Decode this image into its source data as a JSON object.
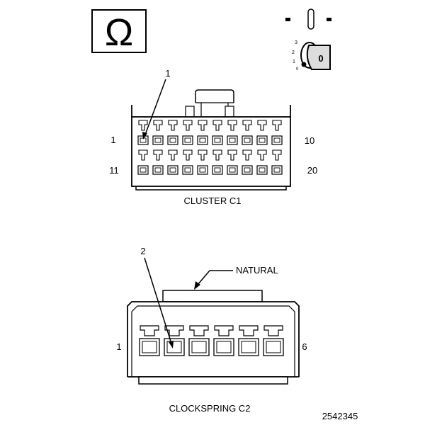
{
  "ohm_symbol": "Ω",
  "switch_positions": [
    "3",
    "2",
    "1",
    "0"
  ],
  "key_label": "0",
  "callouts": [
    "1",
    "2"
  ],
  "cluster_c1": {
    "title": "CLUSTER C1",
    "pin_first_top": "1",
    "pin_last_top": "10",
    "pin_first_bottom": "11",
    "pin_last_bottom": "20"
  },
  "clockspring_c2": {
    "title": "CLOCKSPRING C2",
    "pin_first": "1",
    "pin_last": "6",
    "color_note": "NATURAL"
  },
  "figure_number": "2542345"
}
